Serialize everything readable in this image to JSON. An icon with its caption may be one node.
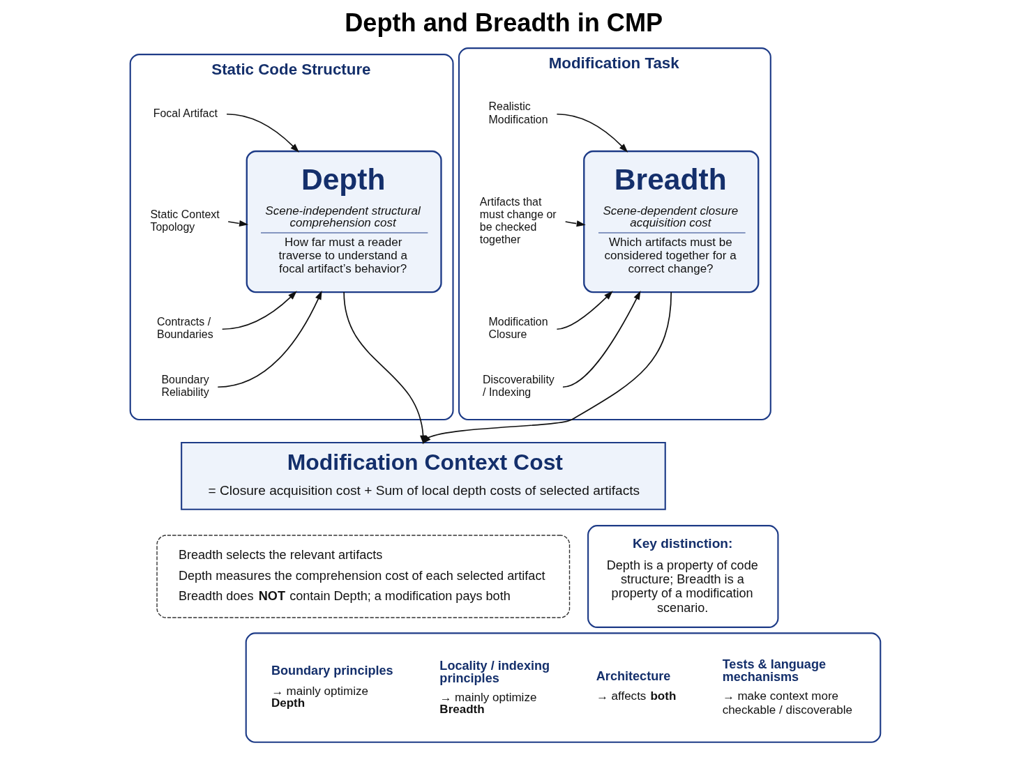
{
  "diagram": {
    "title": "Depth and Breadth in CMP",
    "nodes": [
      {
        "text": [
          "Static Code Structure"
        ]
      },
      {
        "text": [
          "Focal Artifact"
        ],
        "in": 0
      },
      {
        "text": [
          "Static Context Topology"
        ],
        "in": 0
      },
      {
        "text": [
          "Contracts / Boundaries"
        ],
        "in": 0
      },
      {
        "text": [
          "Boundary Reliability"
        ],
        "in": 0
      },
      {
        "text": [
          "Depth",
          "Scene-independent structural comprehension cost",
          "How far must a reader traverse to understand a focal artifact’s behavior?"
        ],
        "in": 0
      },
      {
        "text": [
          "Modification Task"
        ]
      },
      {
        "text": [
          "Realistic Modification"
        ],
        "in": 6
      },
      {
        "text": [
          "Artifacts that must change or be checked together"
        ],
        "in": 6
      },
      {
        "text": [
          "Modification Closure"
        ],
        "in": 6
      },
      {
        "text": [
          "Discoverability / Indexing"
        ],
        "in": 6
      },
      {
        "text": [
          "Breadth",
          "Scene-dependent closure acquisition cost",
          "Which artifacts must be considered together for a correct change?"
        ],
        "in": 6
      },
      {
        "text": [
          "Modification Context Cost",
          "= Closure acquisition cost + Sum of local depth costs of selected artifacts"
        ]
      },
      {
        "text": [
          "Breadth selects the relevant artifacts",
          "Depth measures the comprehension cost of each selected artifact",
          "Breadth does **NOT** contain Depth; a modification pays both"
        ]
      },
      {
        "text": [
          "Key distinction:",
          "Depth is a property of code structure; Breadth is a property of a modification scenario."
        ]
      },
      {
        "text": [],
        "shape": "box"
      },
      {
        "text": [
          "Boundary principles",
          "→ mainly optimize **Depth**"
        ],
        "in": 15
      },
      {
        "text": [
          "Locality / indexing principles",
          "→ mainly optimize **Breadth**"
        ],
        "in": 15
      },
      {
        "text": [
          "Architecture",
          "→ affects **both**"
        ],
        "in": 15
      },
      {
        "text": [
          "Tests & language mechanisms",
          "→ make context more checkable / discoverable"
        ],
        "in": 15
      }
    ],
    "edges": [
      {
        "from": 1,
        "to": 5,
        "arrow": "to"
      },
      {
        "from": 2,
        "to": 5,
        "arrow": "to"
      },
      {
        "from": 3,
        "to": 5,
        "arrow": "to"
      },
      {
        "from": 4,
        "to": 5,
        "arrow": "to"
      },
      {
        "from": 7,
        "to": 11,
        "arrow": "to"
      },
      {
        "from": 8,
        "to": 11,
        "arrow": "to"
      },
      {
        "from": 9,
        "to": 11,
        "arrow": "to"
      },
      {
        "from": 10,
        "to": 11,
        "arrow": "to"
      },
      {
        "from": 5,
        "to": 12,
        "arrow": "to"
      },
      {
        "from": 11,
        "to": 12,
        "arrow": "to"
      }
    ]
  }
}
